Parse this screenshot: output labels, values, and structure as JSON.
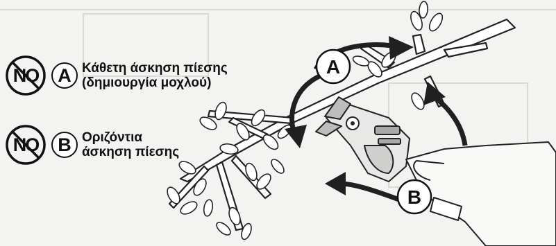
{
  "legend": {
    "no_label": "NO",
    "items": [
      {
        "letter": "A",
        "line1": "Κάθετη άσκηση πίεσης",
        "line2": "(δημιουργία μοχλού)"
      },
      {
        "letter": "B",
        "line1": "Οριζόντια",
        "line2": "άσκηση πίεσης"
      }
    ]
  },
  "illustration": {
    "callout_a": "A",
    "callout_b": "B"
  }
}
